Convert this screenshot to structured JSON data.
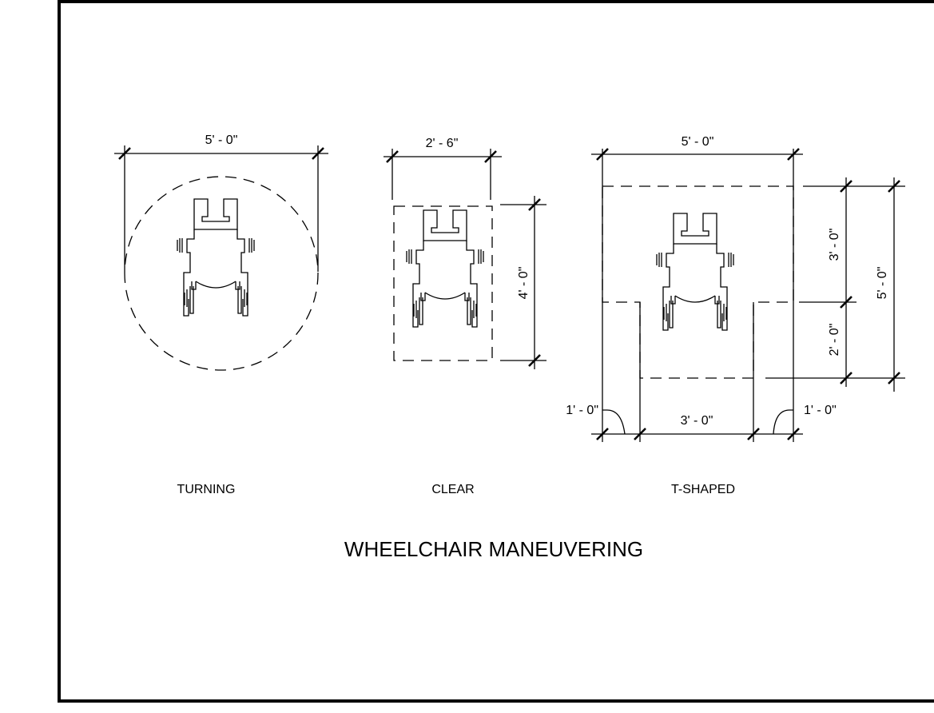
{
  "drawing": {
    "title": "WHEELCHAIR MANEUVERING",
    "turning": {
      "caption": "TURNING",
      "width": "5' - 0\""
    },
    "clear": {
      "caption": "CLEAR",
      "width": "2' - 6\"",
      "depth": "4' - 0\""
    },
    "t_shaped": {
      "caption": "T-SHAPED",
      "top_width": "5' - 0\"",
      "upper_depth": "3' - 0\"",
      "lower_depth": "2' - 0\"",
      "total_depth": "5' - 0\"",
      "stem_width": "3' - 0\"",
      "left_offset": "1' - 0\"",
      "right_offset": "1' - 0\""
    }
  }
}
